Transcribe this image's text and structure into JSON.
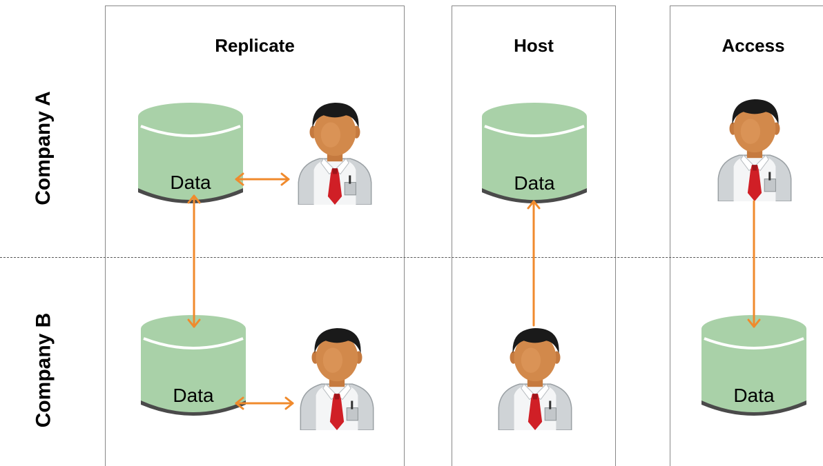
{
  "columns": [
    {
      "title": "Replicate"
    },
    {
      "title": "Host"
    },
    {
      "title": "Access"
    }
  ],
  "rows": [
    {
      "label": "Company A"
    },
    {
      "label": "Company B"
    }
  ],
  "database_label": "Data",
  "colors": {
    "database_fill": "#a9d1a8",
    "arrow": "#f08a2c",
    "panel_border": "#888888",
    "divider": "#555555"
  }
}
